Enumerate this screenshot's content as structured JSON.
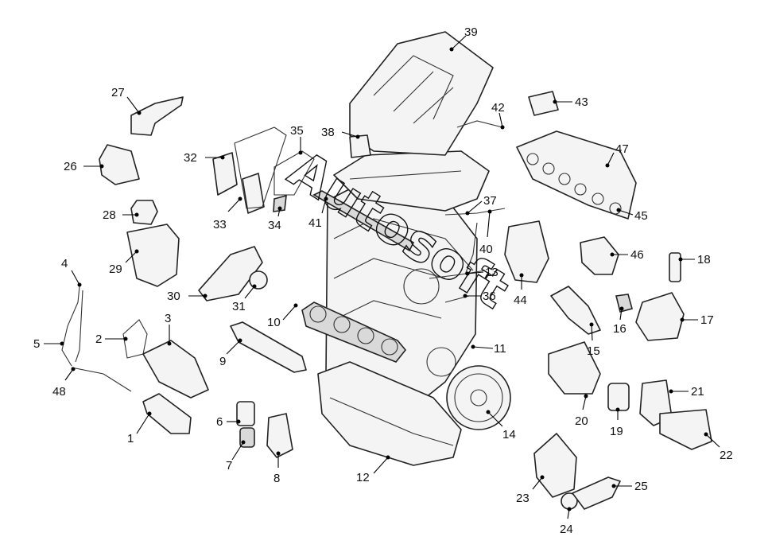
{
  "callouts": [
    {
      "id": "1",
      "text": "1"
    },
    {
      "id": "2",
      "text": "2"
    },
    {
      "id": "3",
      "text": "3"
    },
    {
      "id": "4",
      "text": "4"
    },
    {
      "id": "5",
      "text": "5"
    },
    {
      "id": "6",
      "text": "6"
    },
    {
      "id": "7",
      "text": "7"
    },
    {
      "id": "8",
      "text": "8"
    },
    {
      "id": "9",
      "text": "9"
    },
    {
      "id": "10",
      "text": "10"
    },
    {
      "id": "11",
      "text": "11"
    },
    {
      "id": "12",
      "text": "12"
    },
    {
      "id": "13",
      "text": "13"
    },
    {
      "id": "14",
      "text": "14"
    },
    {
      "id": "15",
      "text": "15"
    },
    {
      "id": "16",
      "text": "16"
    },
    {
      "id": "17",
      "text": "17"
    },
    {
      "id": "18",
      "text": "18"
    },
    {
      "id": "19",
      "text": "19"
    },
    {
      "id": "20",
      "text": "20"
    },
    {
      "id": "21",
      "text": "21"
    },
    {
      "id": "22",
      "text": "22"
    },
    {
      "id": "23",
      "text": "23"
    },
    {
      "id": "24",
      "text": "24"
    },
    {
      "id": "25",
      "text": "25"
    },
    {
      "id": "26",
      "text": "26"
    },
    {
      "id": "27",
      "text": "27"
    },
    {
      "id": "28",
      "text": "28"
    },
    {
      "id": "29",
      "text": "29"
    },
    {
      "id": "30",
      "text": "30"
    },
    {
      "id": "31",
      "text": "31"
    },
    {
      "id": "32",
      "text": "32"
    },
    {
      "id": "33",
      "text": "33"
    },
    {
      "id": "34",
      "text": "34"
    },
    {
      "id": "35",
      "text": "35"
    },
    {
      "id": "36",
      "text": "36"
    },
    {
      "id": "37",
      "text": "37"
    },
    {
      "id": "38",
      "text": "38"
    },
    {
      "id": "39",
      "text": "39"
    },
    {
      "id": "40",
      "text": "40"
    },
    {
      "id": "41",
      "text": "41"
    },
    {
      "id": "42",
      "text": "42"
    },
    {
      "id": "43",
      "text": "43"
    },
    {
      "id": "44",
      "text": "44"
    },
    {
      "id": "45",
      "text": "45"
    },
    {
      "id": "46",
      "text": "46"
    },
    {
      "id": "47",
      "text": "47"
    },
    {
      "id": "48",
      "text": "48"
    }
  ],
  "watermark": "Autosoft"
}
